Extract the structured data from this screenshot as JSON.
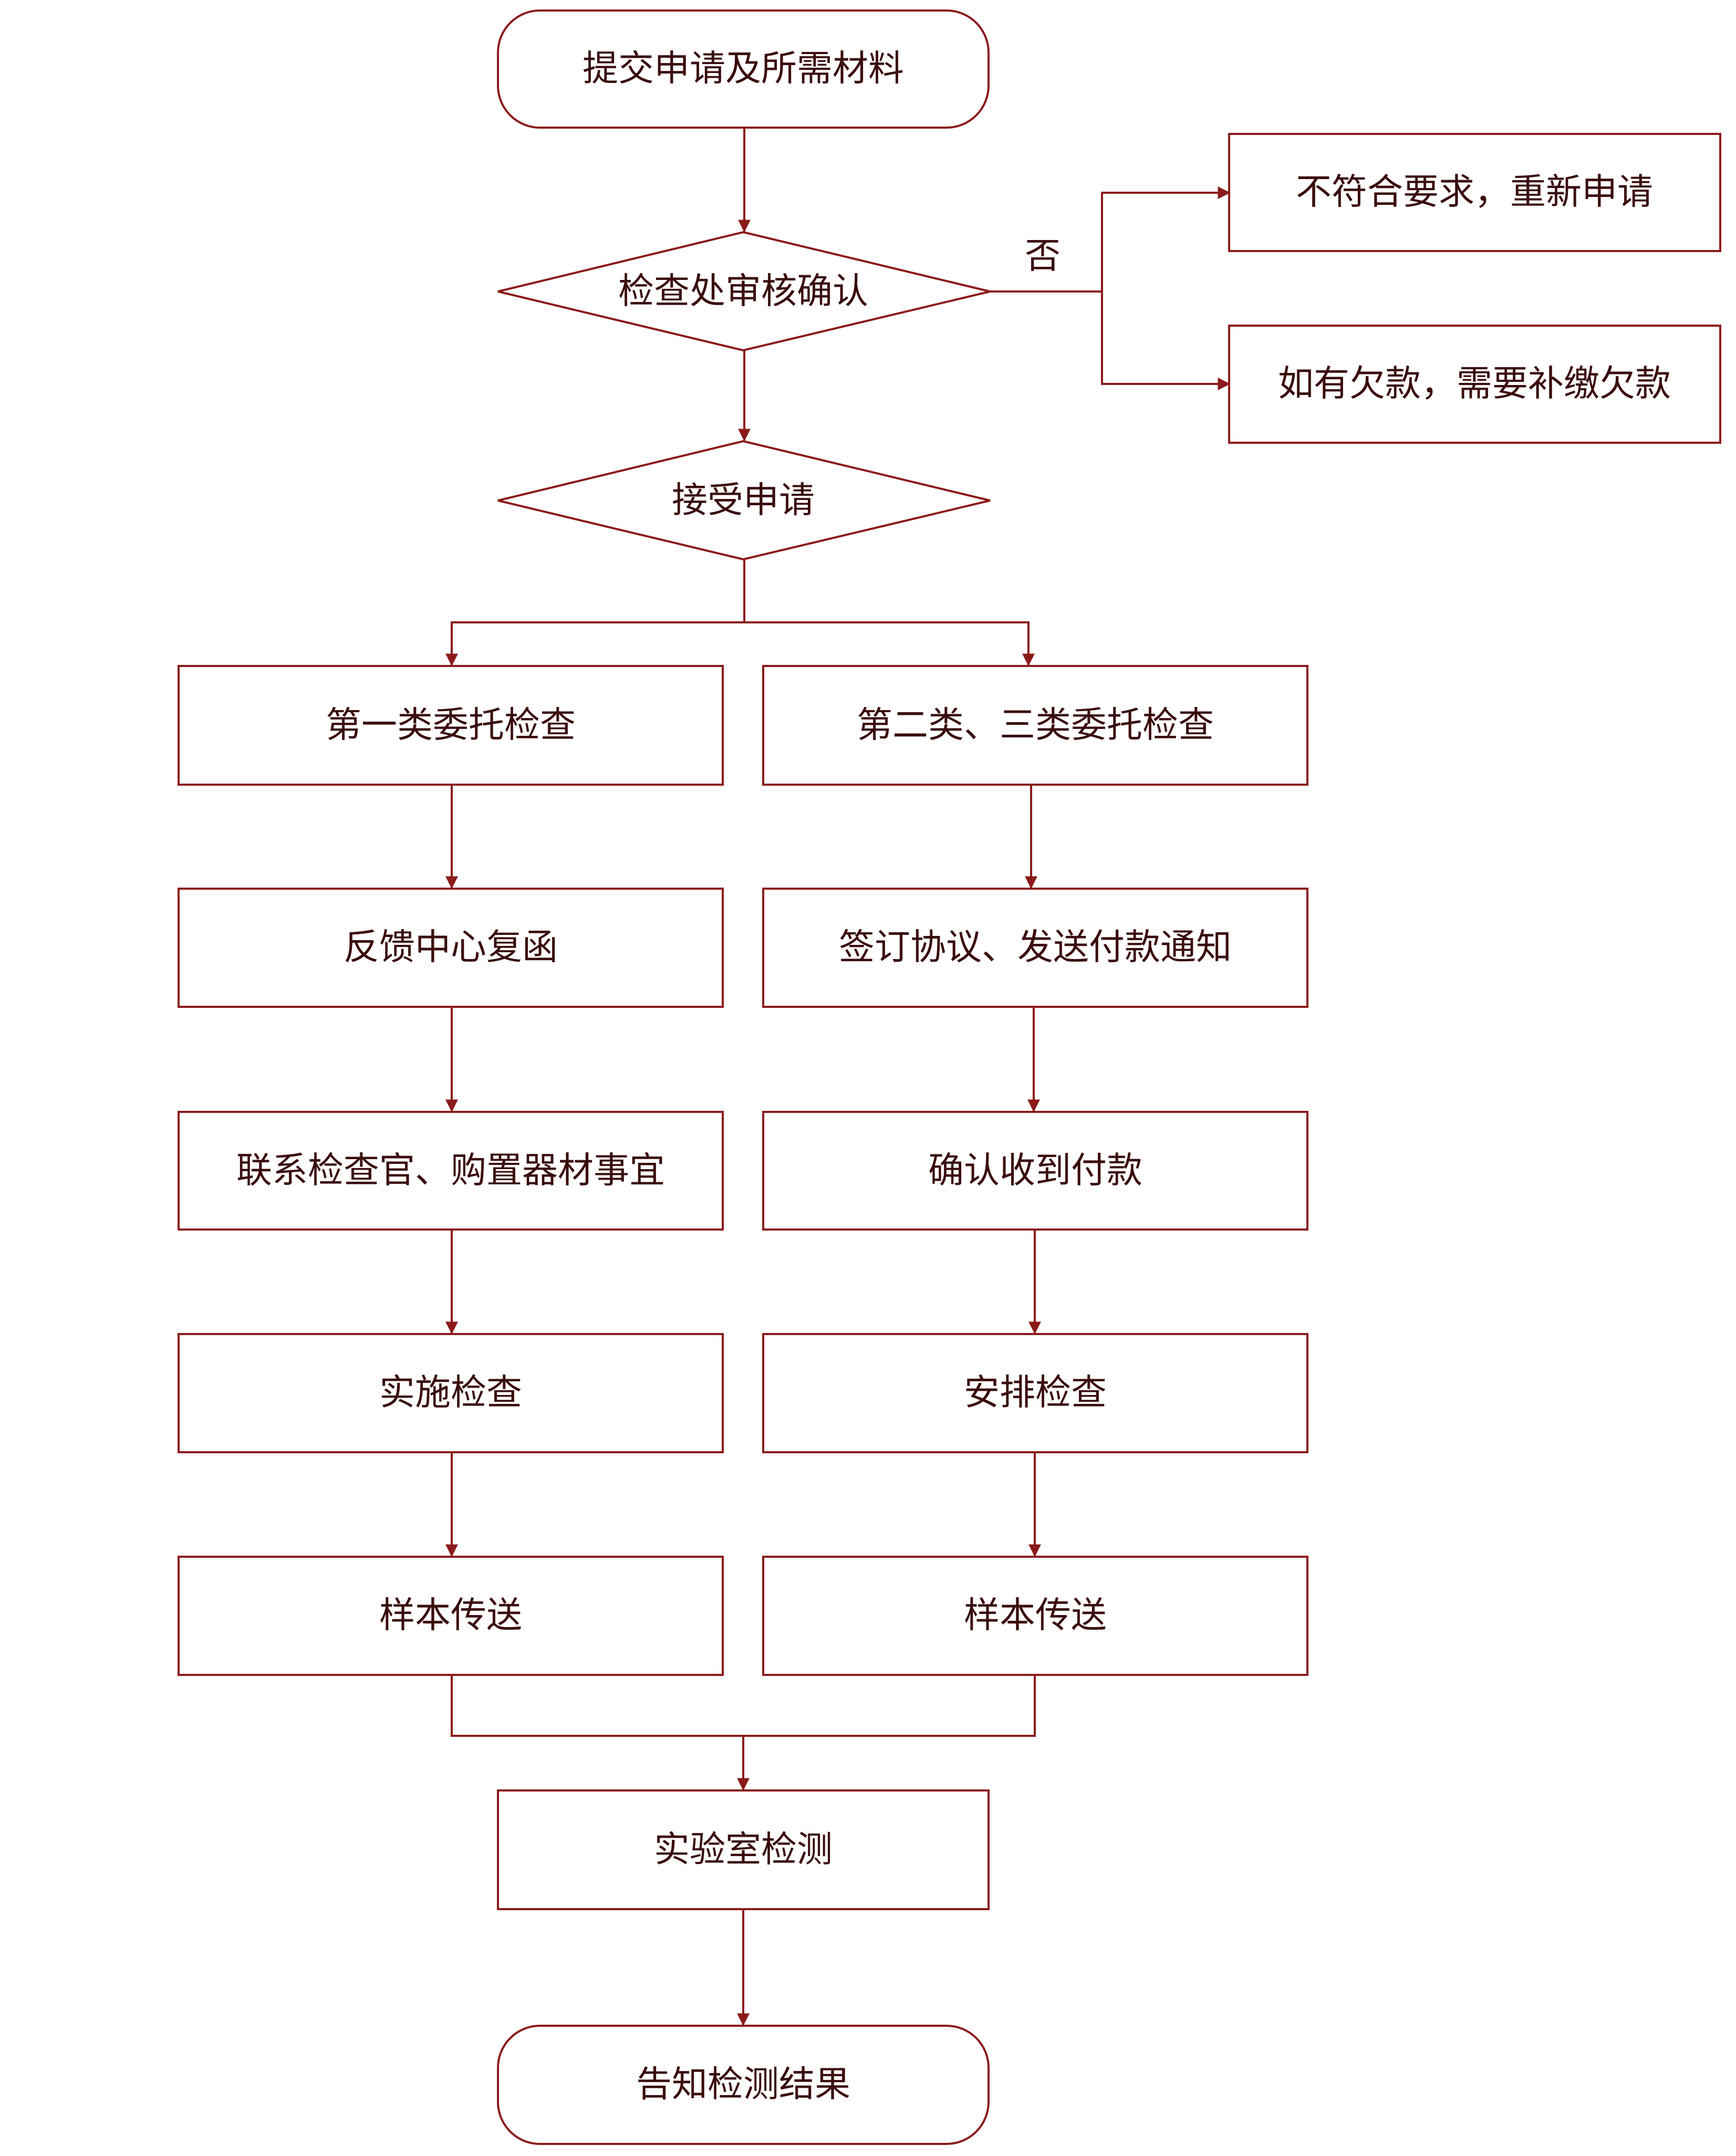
{
  "colors": {
    "stroke": "#8b1a1a",
    "text": "#3a0c0c",
    "background": "#ffffff"
  },
  "start": {
    "label": "提交申请及所需材料"
  },
  "review": {
    "label": "检查处审核确认",
    "no_label": "否",
    "reject": "不符合要求，重新申请",
    "arrears": "如有欠款，需要补缴欠款"
  },
  "accept": {
    "label": "接受申请"
  },
  "left_branch": {
    "title": "第一类委托检查",
    "steps": [
      "反馈中心复函",
      "联系检查官、购置器材事宜",
      "实施检查",
      "样本传送"
    ]
  },
  "right_branch": {
    "title": "第二类、三类委托检查",
    "steps": [
      "签订协议、发送付款通知",
      "确认收到付款",
      "安排检查",
      "样本传送"
    ]
  },
  "lab": {
    "label": "实验室检测"
  },
  "end": {
    "label": "告知检测结果"
  }
}
